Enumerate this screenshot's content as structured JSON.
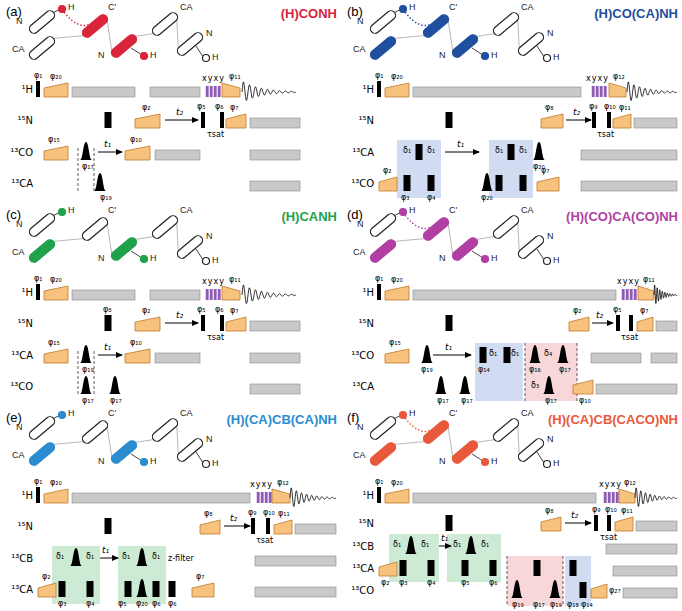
{
  "diagram": {
    "labels": [
      "(a)",
      "(H)CONH",
      "N",
      "H",
      "CA",
      "C'",
      "N",
      "H",
      "CA",
      "N",
      "H",
      "¹H",
      "¹⁵N",
      "¹³CO",
      "¹³CA",
      "φ₁",
      "φ₂₀",
      "xyxy",
      "φ₁₁",
      "φ₂",
      "t₂",
      "φ₅",
      "φ₆",
      "τsat",
      "φ₇",
      "φ₁₅",
      "t₁",
      "φ₁₀",
      "φ₁₇",
      "φ₁₉",
      "(b)",
      "(H)CO(CA)NH",
      "N",
      "H",
      "CA",
      "C'",
      "N",
      "H",
      "CA",
      "N",
      "H",
      "¹H",
      "¹⁵N",
      "¹³CA",
      "¹³CO",
      "φ₁",
      "φ₂₀",
      "xyxy",
      "φ₁₂",
      "φ₈",
      "t₂",
      "φ₉",
      "τsat",
      "φ₁₀",
      "φ₁₁",
      "δ₁",
      "δ₁",
      "t₁",
      "δ₁",
      "δ₁",
      "φ₂₀",
      "φ₂",
      "φ₃",
      "φ₄",
      "φ₂₀",
      "φ₇",
      "(c)",
      "(H)CANH",
      "N",
      "H",
      "CA",
      "C'",
      "N",
      "H",
      "CA",
      "N",
      "H",
      "¹H",
      "¹⁵N",
      "¹³CA",
      "¹³CO",
      "φ₁",
      "φ₂₀",
      "xyxy",
      "φ₁₁",
      "φ₈",
      "φ₂",
      "t₂",
      "φ₅",
      "φ₆",
      "τsat",
      "φ₇",
      "φ₁₅",
      "φ₁₉",
      "t₁",
      "φ₁₀",
      "φ₁₇",
      "φ₁₇",
      "(d)",
      "(H)(CO)CA(CO)NH",
      "N",
      "H",
      "CA",
      "C'",
      "N",
      "H",
      "CA",
      "N",
      "H",
      "¹H",
      "¹⁵N",
      "¹³CO",
      "¹³CA",
      "φ₁",
      "φ₂₀",
      "xyxy",
      "φ₁₁",
      "φ₂",
      "t₂",
      "φ₅",
      "τsat",
      "φ₇",
      "φ₁₅",
      "φ₁₉",
      "t₁",
      "δ₁",
      "δ₁",
      "φ₁₄",
      "φ₁₆",
      "δ₄",
      "φ₁₇",
      "φ₁₇",
      "φ₁₇",
      "δ₃",
      "φ₁₇",
      "φ₁₀",
      "(e)",
      "(H)(CA)CB(CA)NH",
      "N",
      "H",
      "CA",
      "C'",
      "N",
      "H",
      "CA",
      "N",
      "H",
      "¹H",
      "¹⁵N",
      "¹³CB",
      "¹³CA",
      "φ₁",
      "φ₂₀",
      "xyxy",
      "φ₁₂",
      "φ₈",
      "t₂",
      "φ₉",
      "τsat",
      "φ₁₀",
      "φ₁₁",
      "δ₁",
      "δ₁",
      "t₁",
      "δ₁",
      "δ₁",
      "z-filter",
      "φ₂",
      "φ₃",
      "φ₄",
      "φ₅",
      "φ₂₀",
      "φ₆",
      "φ₆",
      "φ₇",
      "(f)",
      "(H)(CA)CB(CACO)NH",
      "N",
      "H",
      "CA",
      "C'",
      "N",
      "H",
      "CA",
      "N",
      "H",
      "¹H",
      "¹⁵N",
      "¹³CB",
      "¹³CA",
      "¹³CO",
      "φ₁",
      "φ₂₀",
      "xyxy",
      "φ₁₂",
      "φ₈",
      "t₂",
      "φ₉",
      "τsat",
      "φ₁₀",
      "φ₁₁",
      "δ₁",
      "δ₁",
      "t₁",
      "δ₁",
      "δ₁",
      "φ₂",
      "φ₃",
      "φ₄",
      "φ₅",
      "φ₆",
      "φ₁₉",
      "φ₁₇",
      "φ₁₉",
      "φ₁₈",
      "φ₁₄",
      "φ₂₇"
    ]
  }
}
